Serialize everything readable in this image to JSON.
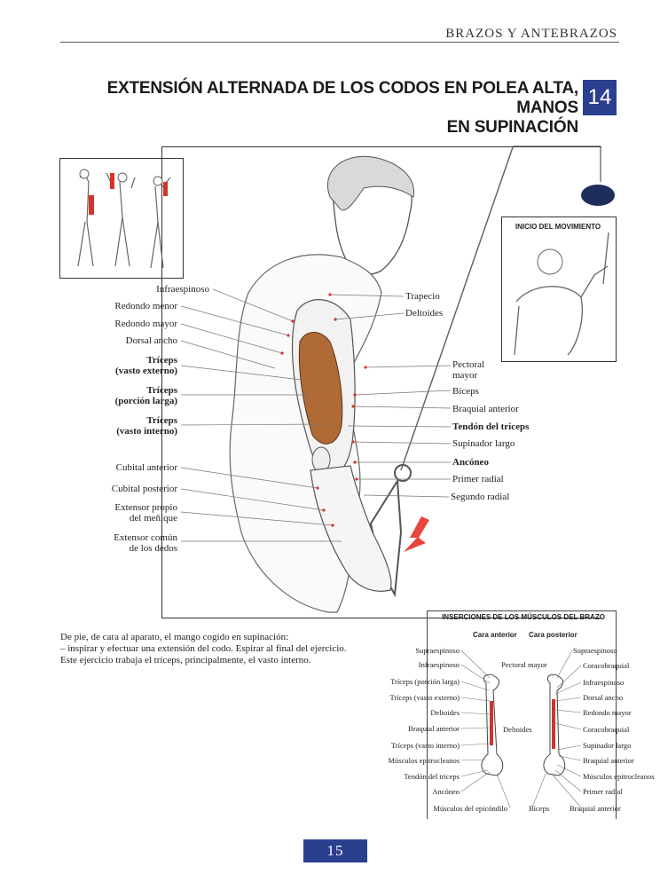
{
  "header": {
    "section": "BRAZOS Y ANTEBRAZOS"
  },
  "title": {
    "line1": "EXTENSIÓN ALTERNADA DE LOS CODOS EN POLEA ALTA, MANOS",
    "line2": "EN SUPINACIÓN",
    "number": "14"
  },
  "start_label": "INICIO DEL MOVIMIENTO",
  "left_labels": {
    "infraespinoso": "Infraespinoso",
    "redondo_menor": "Redondo menor",
    "redondo_mayor": "Redondo mayor",
    "dorsal_ancho": "Dorsal ancho",
    "triceps_externo_1": "Tríceps",
    "triceps_externo_2": "(vasto externo)",
    "triceps_larga_1": "Tríceps",
    "triceps_larga_2": "(porción larga)",
    "triceps_interno_1": "Tríceps",
    "triceps_interno_2": "(vasto interno)",
    "cubital_anterior": "Cubital anterior",
    "cubital_posterior": "Cubital posterior",
    "extensor_menique_1": "Extensor propio",
    "extensor_menique_2": "del meñique",
    "extensor_dedos_1": "Extensor común",
    "extensor_dedos_2": "de los dedos"
  },
  "right_labels": {
    "trapecio": "Trapecio",
    "deltoides": "Deltoides",
    "pectoral_1": "Pectoral",
    "pectoral_2": "mayor",
    "biceps": "Bíceps",
    "braquial_anterior": "Braquial anterior",
    "tendon_triceps": "Tendón del tríceps",
    "supinador_largo": "Supinador largo",
    "anconeo": "Ancóneo",
    "primer_radial": "Primer radial",
    "segundo_radial": "Segundo radial"
  },
  "description": {
    "line1": "De pie, de cara al aparato, el mango cogido en supinación:",
    "line2": "–  inspirar y efectuar una extensión del codo. Espirar al final del ejercicio.",
    "line3": "Este ejercicio trabaja el tríceps, principalmente, el vasto interno."
  },
  "insertions": {
    "title": "INSERCIONES DE LOS MÚSCULOS DEL BRAZO",
    "front": "Cara anterior",
    "back": "Cara posterior",
    "left": [
      "Supraespinoso",
      "Infraespinoso",
      "Tríceps (porción larga)",
      "Tríceps (vasto externo)",
      "Deltoides",
      "Braquial anterior",
      "Tríceps (vasto interno)",
      "Músculos epitrocleanos",
      "Tendón del tríceps",
      "Ancóneo",
      "Músculos del epicóndilo"
    ],
    "right": [
      "Supraespinoso",
      "Coracobraquial",
      "Infraespinoso",
      "Dorsal ancho",
      "Redondo mayor",
      "Coracobraquial",
      "Supinador largo",
      "Braquial anterior",
      "Músculos epitrocleanos",
      "Primer radial",
      "Braquial anterior"
    ],
    "center": {
      "pectoral": "Pectoral mayor",
      "deltoides": "Deltoides",
      "biceps": "Bíceps"
    }
  },
  "page_number": "15"
}
